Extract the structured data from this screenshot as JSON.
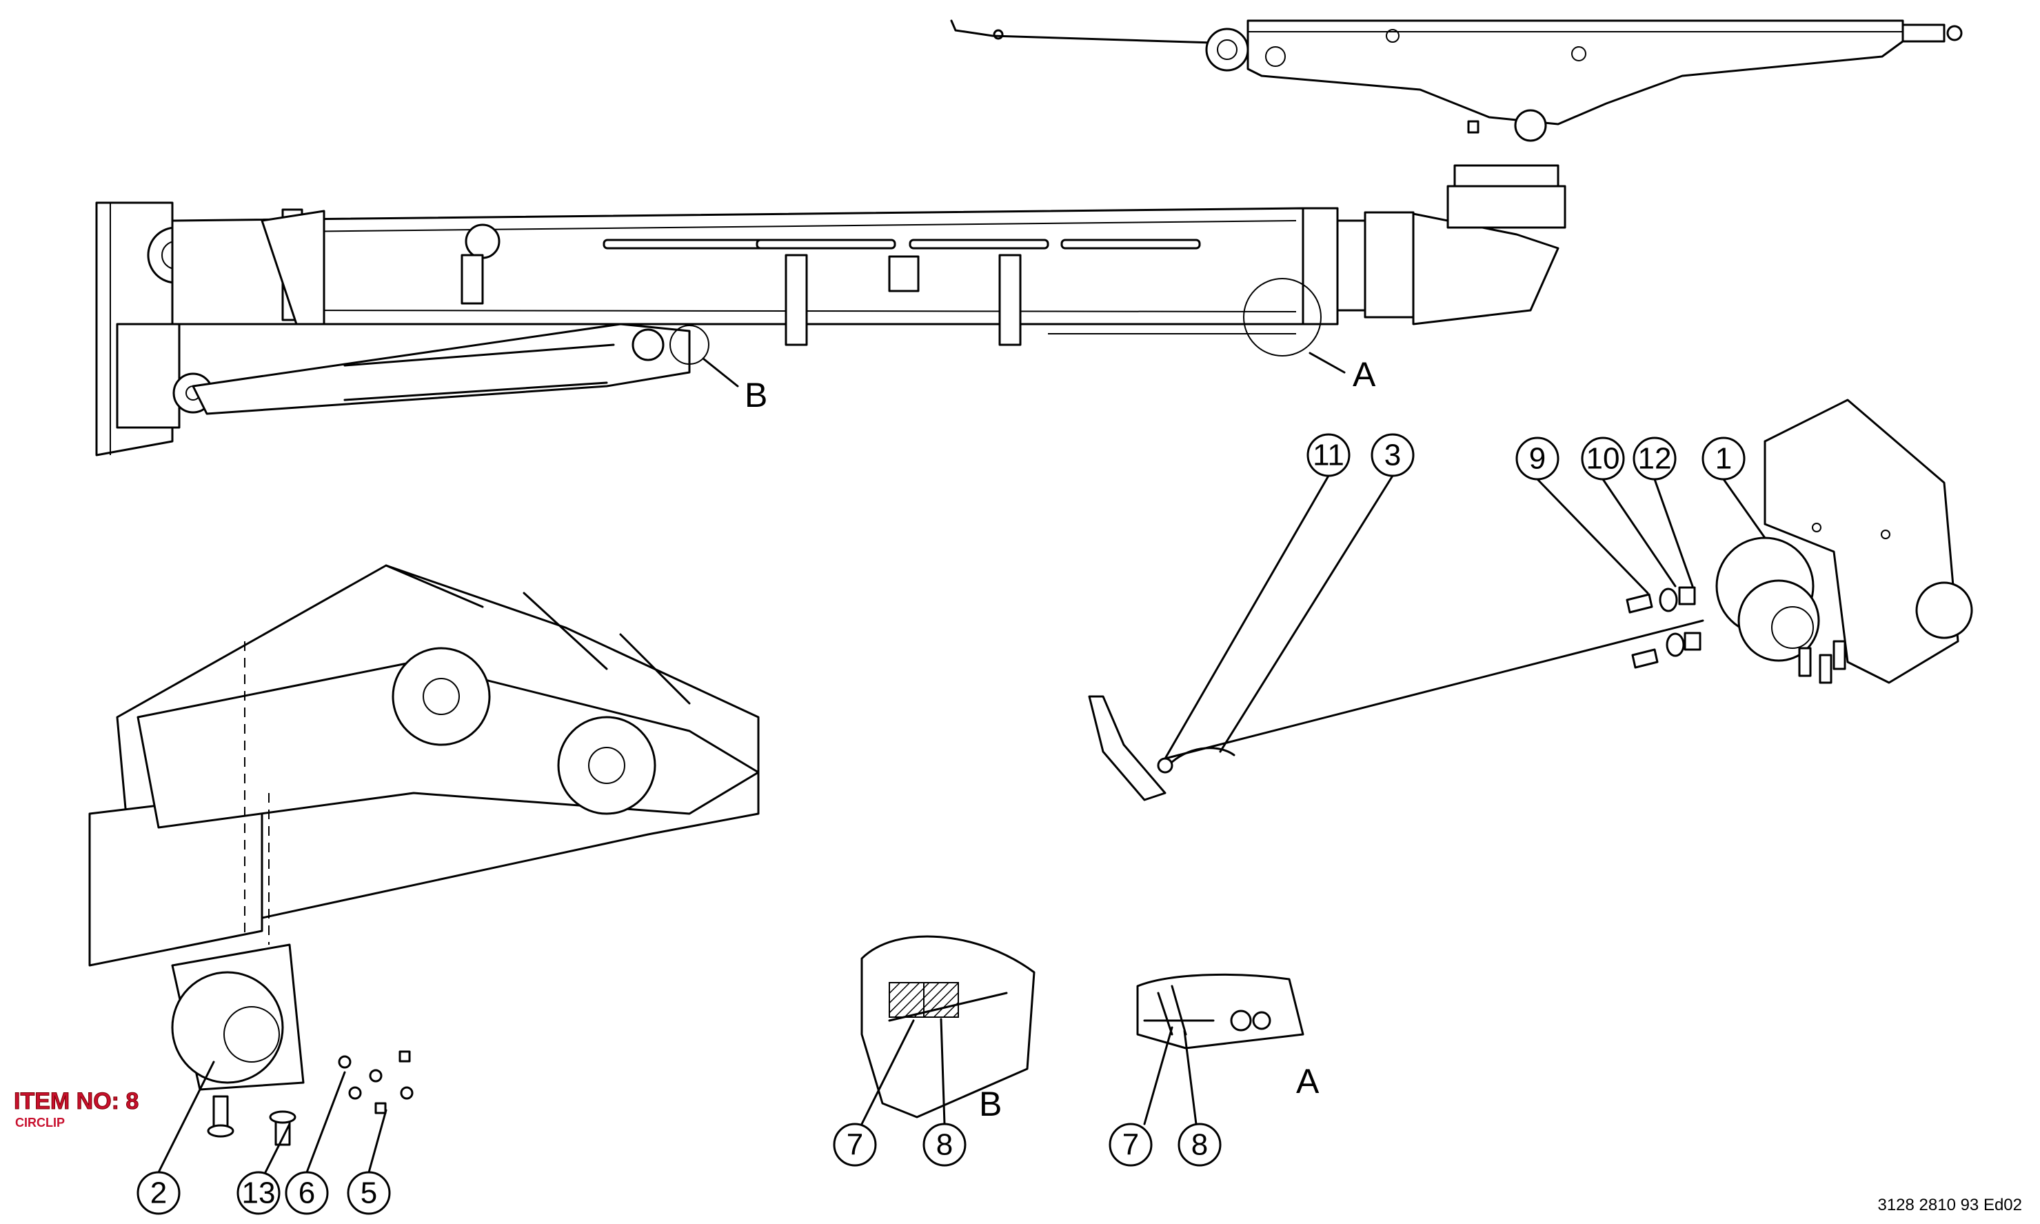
{
  "item_label": {
    "title": "ITEM NO: 8",
    "subtitle": "CIRCLIP"
  },
  "document_number": "3128 2810 93 Ed02",
  "views": {
    "detail_a": "A",
    "detail_b": "B"
  },
  "balloons": {
    "b11": "11",
    "b3": "3",
    "b9": "9",
    "b10": "10",
    "b12": "12",
    "b1": "1",
    "b2": "2",
    "b13": "13",
    "b6": "6",
    "b5": "5",
    "b7_b": "7",
    "b8_b": "8",
    "b7_a": "7",
    "b8_a": "8"
  },
  "colors": {
    "item_label": "#c8102e",
    "line": "#000000",
    "background": "#ffffff"
  }
}
